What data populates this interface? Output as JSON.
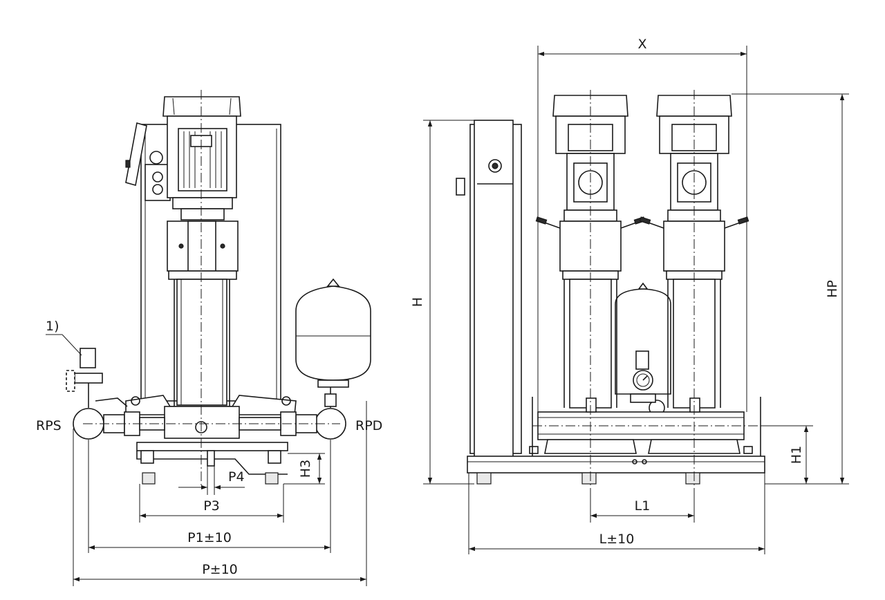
{
  "labels": {
    "note_1": "1)",
    "rps": "RPS",
    "rpd": "RPD",
    "h3": "H3",
    "p4": "P4",
    "p3": "P3",
    "p1": "P1±10",
    "p": "P±10",
    "x": "X",
    "h": "H",
    "hp": "HP",
    "h1": "H1",
    "l1": "L1",
    "l": "L±10"
  }
}
